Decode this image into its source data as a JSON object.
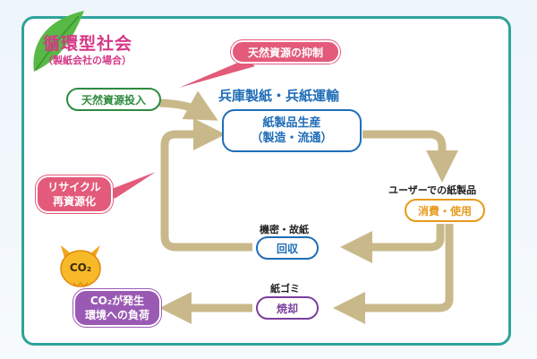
{
  "title": "循環型社会",
  "subtitle": "（製紙会社の場合）",
  "nodes": {
    "suppression": "天然資源の抑制",
    "input": "天然資源投入",
    "company": "兵庫製紙・兵紙運輸",
    "production_line1": "紙製品生産",
    "production_line2": "（製造・流通）",
    "user_products": "ユーザーでの紙製品",
    "consumption": "消費・使用",
    "recycle_line1": "リサイクル",
    "recycle_line2": "再資源化",
    "confidential_paper": "機密・故紙",
    "collection": "回収",
    "paper_waste": "紙ゴミ",
    "incineration": "焼却",
    "co2_line1": "CO₂が発生",
    "co2_line2": "環境への負荷",
    "mascot_text": "CO₂"
  },
  "colors": {
    "frame": "#2fa39c",
    "arrow": "#c9b98a",
    "green": "#2e8b3f",
    "blue": "#1f6db8",
    "orange": "#e79a1c",
    "pink": "#e35a7a",
    "purple": "#7a3f9e",
    "title": "#d63886"
  },
  "icons": [
    "leaf-icon",
    "co2-mascot-icon"
  ]
}
